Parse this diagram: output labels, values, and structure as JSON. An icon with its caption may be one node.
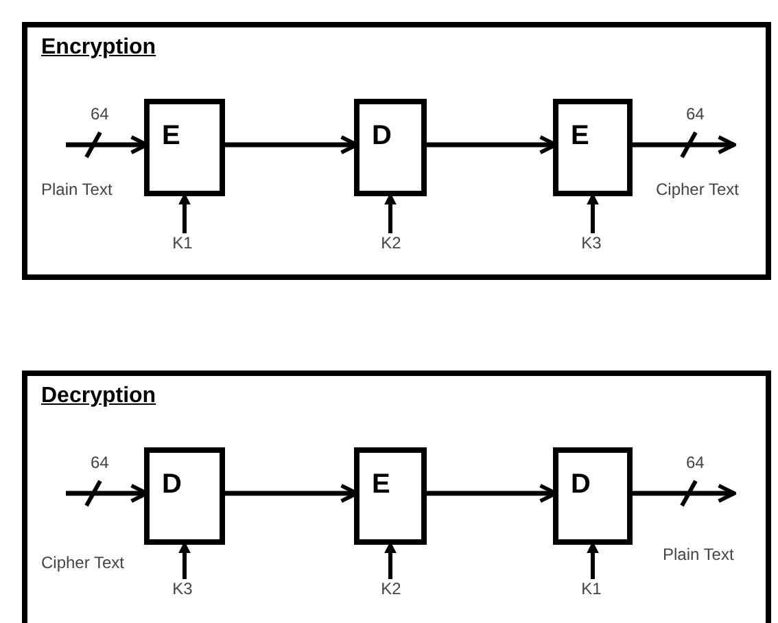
{
  "diagram": {
    "nodes": [
      {
        "text": [
          "Encryption"
        ]
      },
      {
        "text": [
          "E"
        ],
        "in": 0
      },
      {
        "text": [
          "D"
        ],
        "in": 0
      },
      {
        "text": [
          "E"
        ],
        "in": 0
      },
      {
        "text": [
          "K1"
        ],
        "in": 0
      },
      {
        "text": [
          "K2"
        ],
        "in": 0
      },
      {
        "text": [
          "K3"
        ],
        "in": 0
      },
      {
        "text": [
          "Decryption"
        ]
      },
      {
        "text": [
          "D"
        ],
        "in": 7
      },
      {
        "text": [
          "E"
        ],
        "in": 7
      },
      {
        "text": [
          "D"
        ],
        "in": 7
      },
      {
        "text": [
          "K3"
        ],
        "in": 7
      },
      {
        "text": [
          "K2"
        ],
        "in": 7
      },
      {
        "text": [
          "K1"
        ],
        "in": 7
      }
    ],
    "edges": [
      {
        "from": null,
        "to": 1,
        "arrow": "to",
        "label": "64"
      },
      {
        "from": 1,
        "to": 2,
        "arrow": "to"
      },
      {
        "from": 2,
        "to": 3,
        "arrow": "to"
      },
      {
        "from": 3,
        "to": null,
        "arrow": "to",
        "label": "64"
      },
      {
        "from": 4,
        "to": 1,
        "arrow": "to"
      },
      {
        "from": 5,
        "to": 2,
        "arrow": "to"
      },
      {
        "from": 6,
        "to": 3,
        "arrow": "to"
      },
      {
        "from": null,
        "to": 8,
        "arrow": "to",
        "label": "64"
      },
      {
        "from": 8,
        "to": 9,
        "arrow": "to"
      },
      {
        "from": 9,
        "to": 10,
        "arrow": "to"
      },
      {
        "from": 10,
        "to": null,
        "arrow": "to",
        "label": "64"
      },
      {
        "from": 11,
        "to": 8,
        "arrow": "to"
      },
      {
        "from": 12,
        "to": 9,
        "arrow": "to"
      },
      {
        "from": 13,
        "to": 10,
        "arrow": "to"
      }
    ],
    "labels": [
      "Plain Text",
      "Cipher Text",
      "Cipher Text",
      "Plain Text"
    ]
  }
}
